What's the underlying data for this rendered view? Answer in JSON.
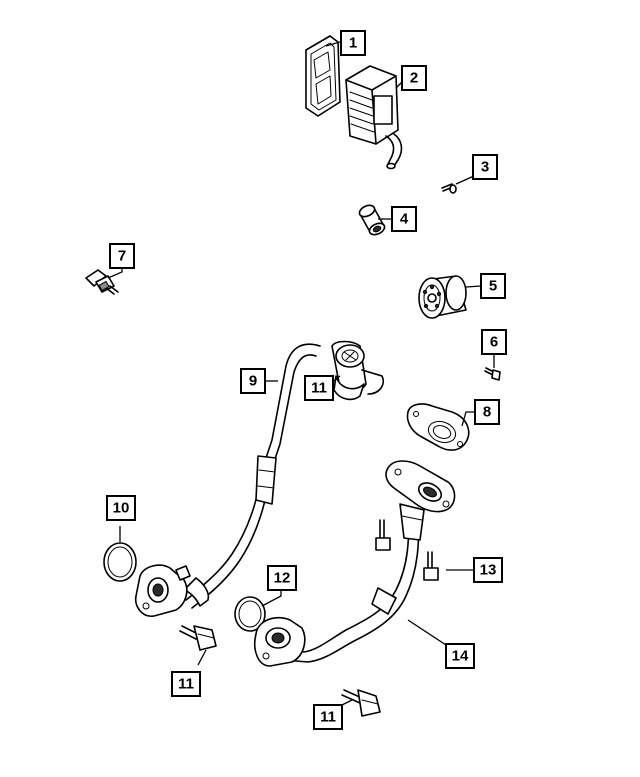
{
  "callouts": [
    {
      "id": "c1",
      "label": "1"
    },
    {
      "id": "c2",
      "label": "2"
    },
    {
      "id": "c3",
      "label": "3"
    },
    {
      "id": "c4",
      "label": "4"
    },
    {
      "id": "c5",
      "label": "5"
    },
    {
      "id": "c6",
      "label": "6"
    },
    {
      "id": "c7",
      "label": "7"
    },
    {
      "id": "c8",
      "label": "8"
    },
    {
      "id": "c9",
      "label": "9"
    },
    {
      "id": "c10",
      "label": "10"
    },
    {
      "id": "c11a",
      "label": "11"
    },
    {
      "id": "c11b",
      "label": "11"
    },
    {
      "id": "c11c",
      "label": "11"
    },
    {
      "id": "c12",
      "label": "12"
    },
    {
      "id": "c13",
      "label": "13"
    },
    {
      "id": "c14",
      "label": "14"
    }
  ],
  "parts": {
    "p1": "gasket-icon",
    "p2": "oil-cooler-icon",
    "p3": "small-screw-icon",
    "p4": "sleeve-icon",
    "p5": "oil-filter-icon",
    "p6": "bolt-icon",
    "p7": "sensor-icon",
    "p8": "flange-gasket-icon",
    "p9": "oil-feed-tube-icon",
    "p10": "o-ring-icon",
    "p11": "banjo-bolt-icon",
    "p12": "o-ring-icon",
    "p13": "stud-icon",
    "p14": "oil-return-tube-icon"
  }
}
